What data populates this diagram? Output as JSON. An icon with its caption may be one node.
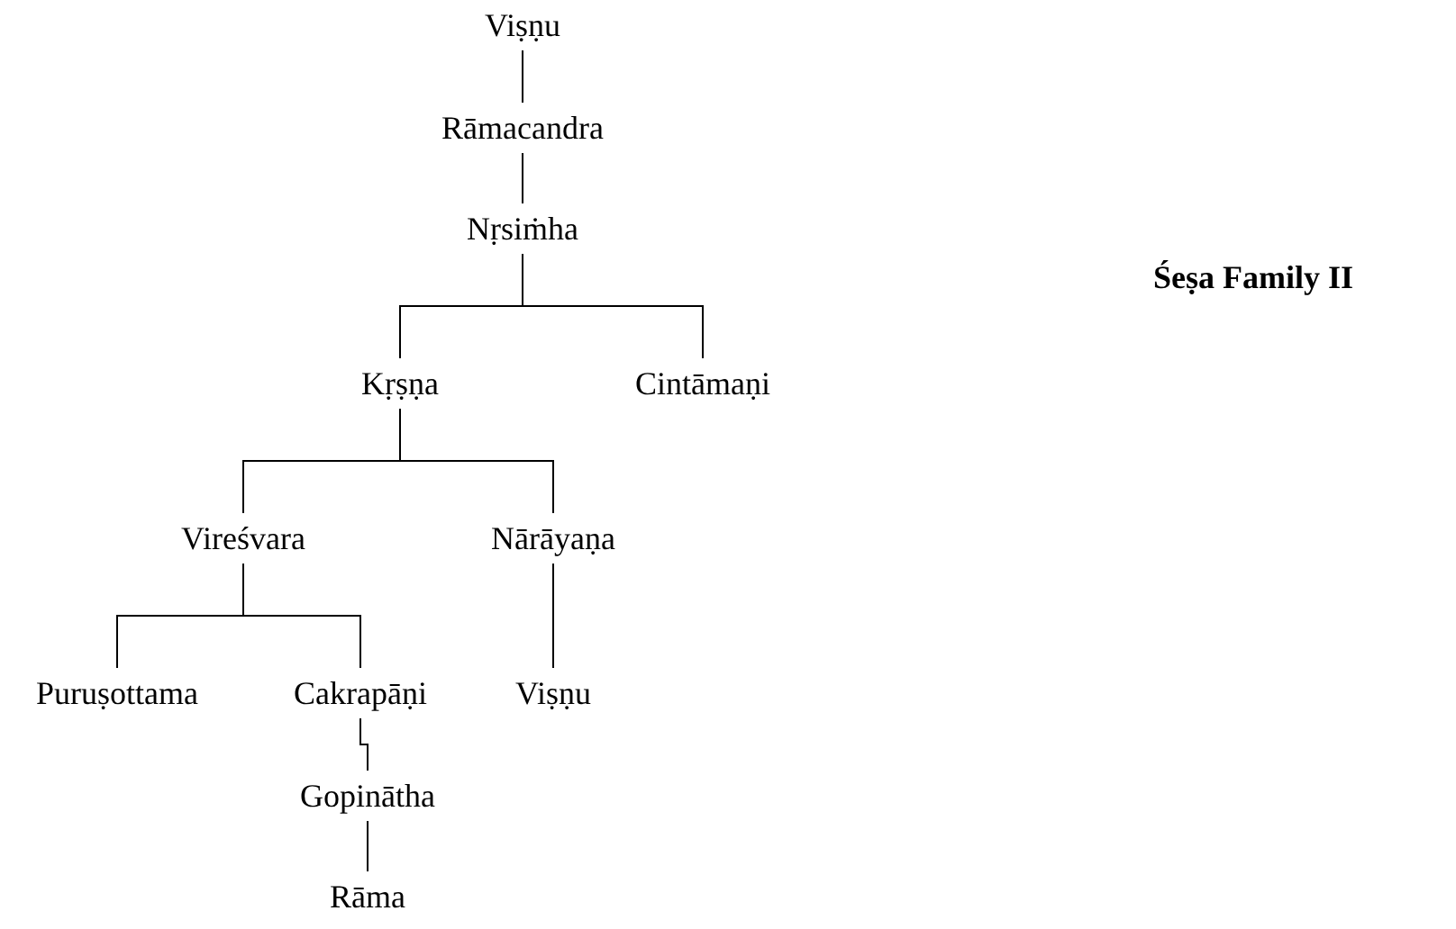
{
  "diagram": {
    "title": "Śeṣa Family II",
    "nodes": [
      {
        "text": [
          "Viṣṇu"
        ]
      },
      {
        "text": [
          "Rāmacandra"
        ]
      },
      {
        "text": [
          "Nṛsiṁha"
        ]
      },
      {
        "text": [
          "Kṛṣṇa"
        ]
      },
      {
        "text": [
          "Cintāmaṇi"
        ]
      },
      {
        "text": [
          "Vireśvara"
        ]
      },
      {
        "text": [
          "Nārāyaṇa"
        ]
      },
      {
        "text": [
          "Puruṣottama"
        ]
      },
      {
        "text": [
          "Cakrapāṇi"
        ]
      },
      {
        "text": [
          "Viṣṇu"
        ]
      },
      {
        "text": [
          "Gopinātha"
        ]
      },
      {
        "text": [
          "Rāma"
        ]
      }
    ],
    "edges": [
      {
        "from": 0,
        "to": 1,
        "arrow": "none"
      },
      {
        "from": 1,
        "to": 2,
        "arrow": "none"
      },
      {
        "from": 2,
        "to": 3,
        "arrow": "none"
      },
      {
        "from": 2,
        "to": 4,
        "arrow": "none"
      },
      {
        "from": 3,
        "to": 5,
        "arrow": "none"
      },
      {
        "from": 3,
        "to": 6,
        "arrow": "none"
      },
      {
        "from": 5,
        "to": 7,
        "arrow": "none"
      },
      {
        "from": 5,
        "to": 8,
        "arrow": "none"
      },
      {
        "from": 6,
        "to": 9,
        "arrow": "none"
      },
      {
        "from": 8,
        "to": 10,
        "arrow": "none"
      },
      {
        "from": 10,
        "to": 11,
        "arrow": "none"
      }
    ]
  }
}
